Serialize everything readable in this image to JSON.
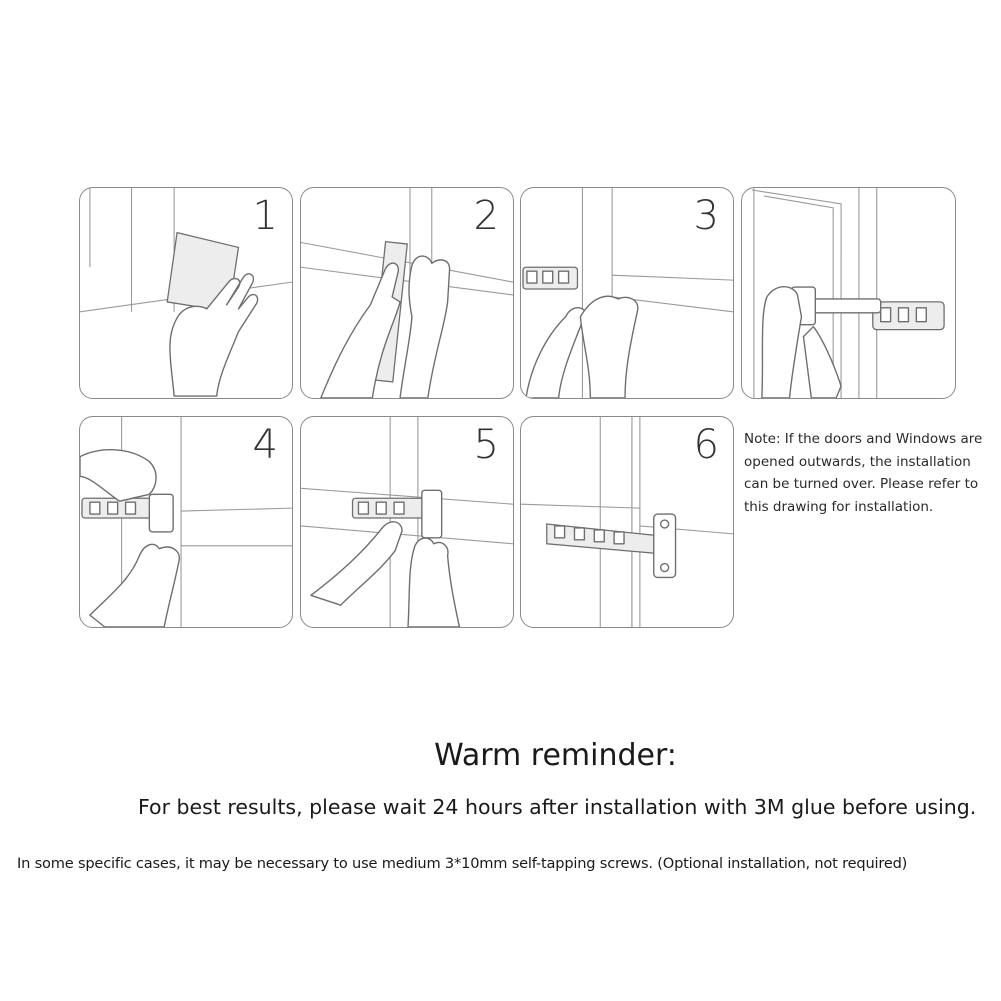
{
  "steps": [
    {
      "number": "1"
    },
    {
      "number": "2"
    },
    {
      "number": "3"
    },
    {
      "number": "4"
    },
    {
      "number": "5"
    },
    {
      "number": "6"
    }
  ],
  "note": "Note: If the doors and Windows are opened outwards, the installation can be turned over. Please refer to this drawing for installation.",
  "reminder": {
    "title": "Warm reminder:",
    "line1": "For best results, please wait 24 hours after installation with 3M glue before using.",
    "line2": "In some specific cases, it may be necessary to use medium 3*10mm self-tapping screws. (Optional installation, not required)"
  }
}
